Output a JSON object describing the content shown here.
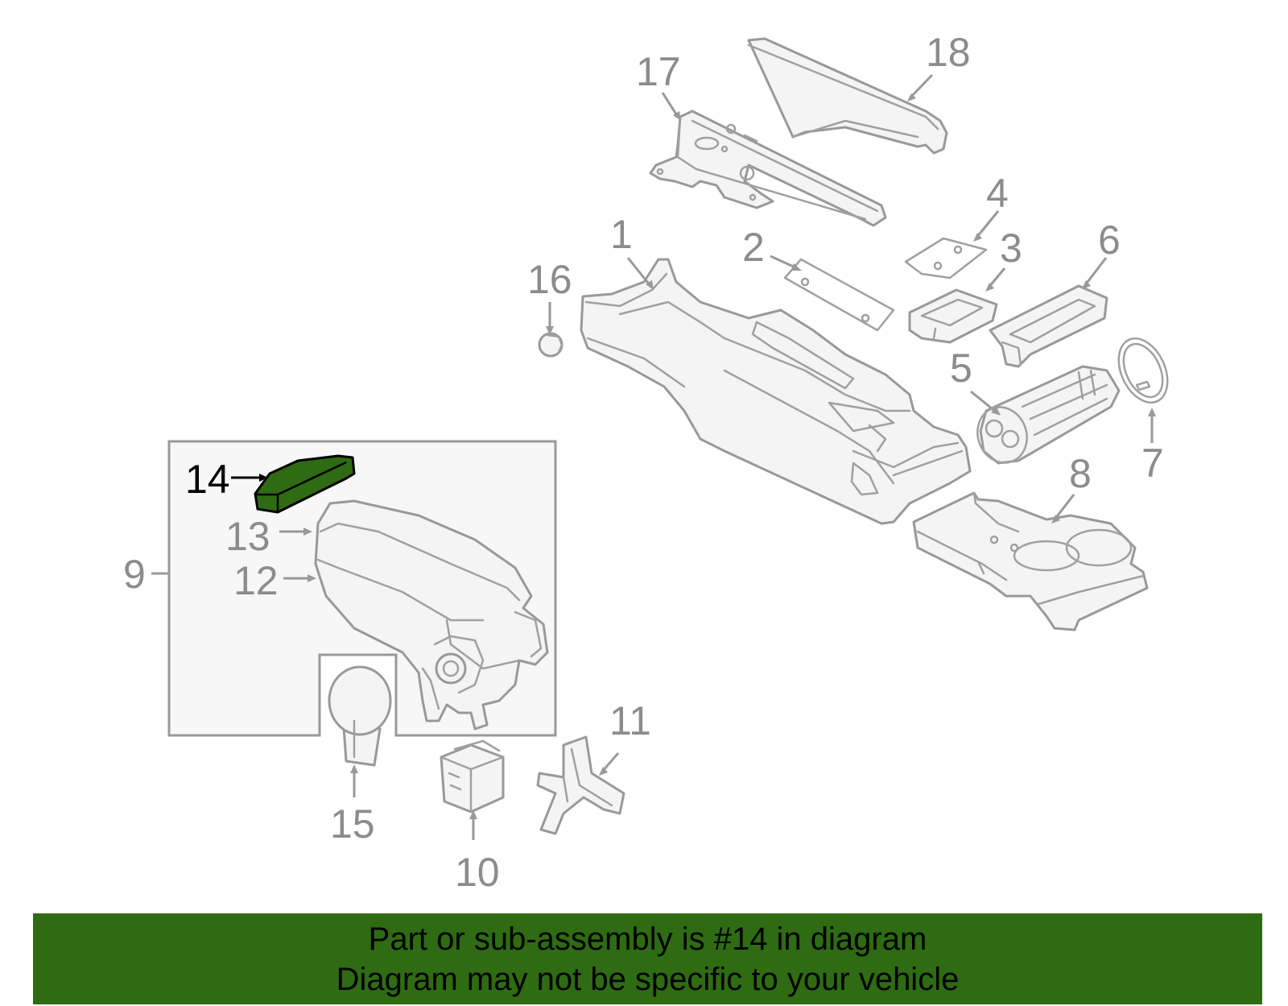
{
  "diagram": {
    "highlighted_part": "14",
    "highlight_color": "#2e6b12",
    "callouts": {
      "c1": "1",
      "c2": "2",
      "c3": "3",
      "c4": "4",
      "c5": "5",
      "c6": "6",
      "c7": "7",
      "c8": "8",
      "c9": "9",
      "c10": "10",
      "c11": "11",
      "c12": "12",
      "c13": "13",
      "c14": "14",
      "c15": "15",
      "c16": "16",
      "c17": "17",
      "c18": "18"
    }
  },
  "banner": {
    "line1": "Part or sub-assembly is #14 in diagram",
    "line2": "Diagram may not be specific to your vehicle",
    "background": "#2e6b12"
  }
}
